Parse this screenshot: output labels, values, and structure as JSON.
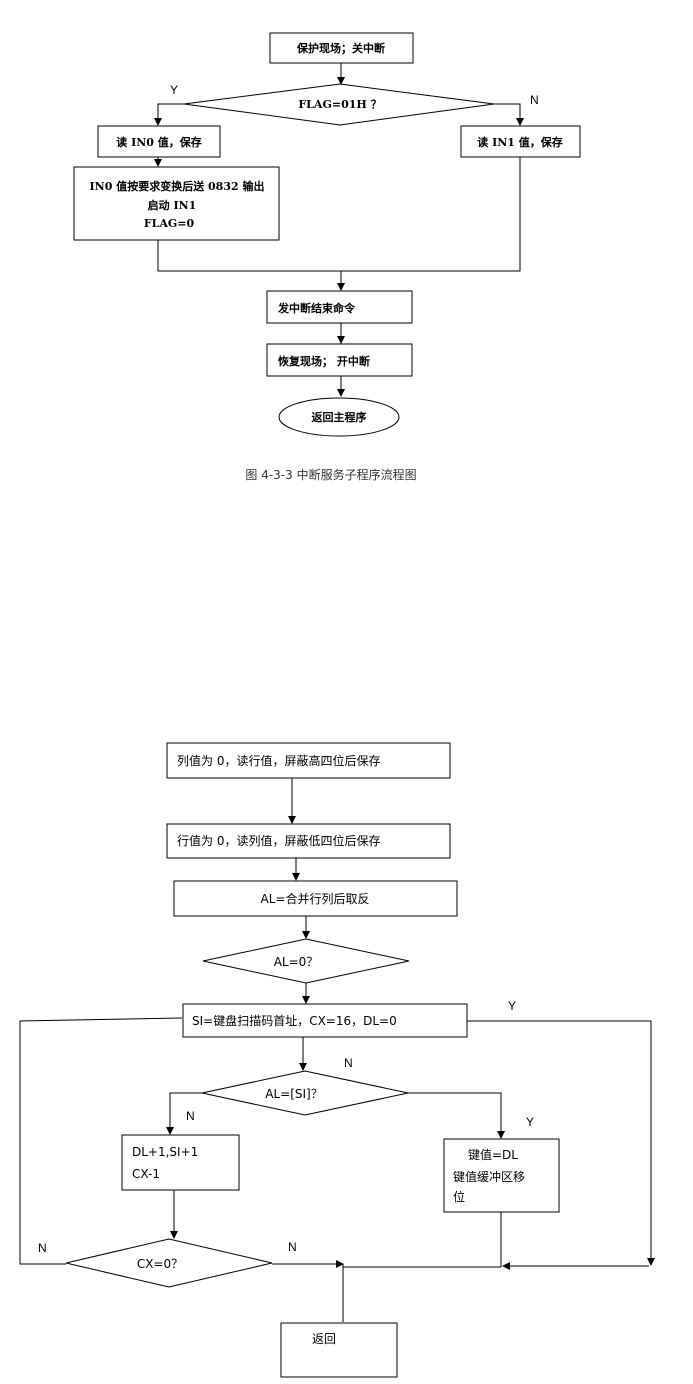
{
  "flow1": {
    "start": "保护现场；关中断",
    "decision": "FLAG=01H ？",
    "yes": "Y",
    "no": "N",
    "read_in0": "读 IN0 值，保存",
    "read_in1": "读 IN1 值，保存",
    "process_line1": "IN0 值按要求变换后送 0832 输出",
    "process_line2": "启动 IN1",
    "process_line3": "FLAG=0",
    "eoi": "发中断结束命令",
    "restore": "恢复现场；  开中断",
    "return": "返回主程序",
    "caption": "图 4-3-3   中断服务子程序流程图"
  },
  "flow2": {
    "step1": "列值为 0，读行值，屏蔽高四位后保存",
    "step2": "行值为 0，读列值，屏蔽低四位后保存",
    "step3": "AL=合并行列后取反",
    "dec1": "AL=0？",
    "init": "SI=键盘扫描码首址，CX=16，DL=0",
    "dec2": "AL=[SI]？",
    "inc_line1": "DL+1,SI+1",
    "inc_line2": "CX-1",
    "key_line1": "键值=DL",
    "key_line2": "键值缓冲区移",
    "key_line3": "位",
    "dec3": "CX=0？",
    "return": "返回",
    "y1": "Y",
    "n_dec2": "N",
    "n_left": "N",
    "y_right": "Y",
    "n_far_left": "N",
    "n_dec3": "N"
  }
}
